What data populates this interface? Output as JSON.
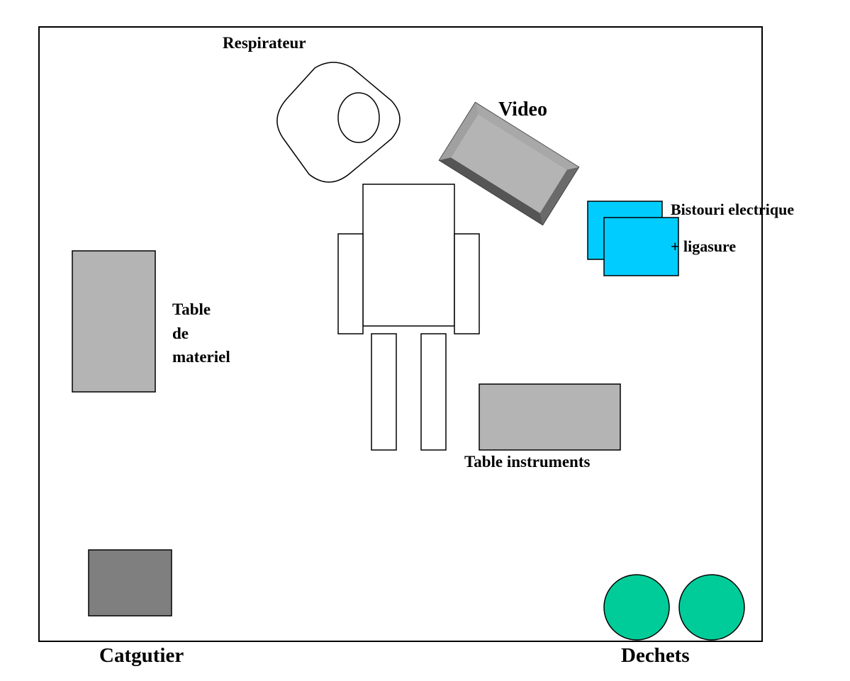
{
  "labels": {
    "respirateur": "Respirateur",
    "video": "Video",
    "bistouri_line1": "Bistouri electrique",
    "bistouri_line2": "+ ligasure",
    "table_materiel_line1": "Table",
    "table_materiel_line2": "de",
    "table_materiel_line3": "materiel",
    "table_instruments": "Table instruments",
    "catgutier": "Catgutier",
    "dechets": "Dechets"
  },
  "colors": {
    "room_border": "#000000",
    "table_gray": "#b4b4b4",
    "catgutier_gray": "#7f7f7f",
    "video_frame": "#808080",
    "video_screen": "#b4b4b4",
    "bistouri_cyan": "#00ccff",
    "dechets_green": "#00cc99"
  },
  "icons": {
    "respirateur": "respirator-icon",
    "video": "video-monitor-icon",
    "patient": "patient-figure-icon",
    "bistouri": "electric-scalpel-unit-icon",
    "dechets": "waste-bin-icon"
  }
}
